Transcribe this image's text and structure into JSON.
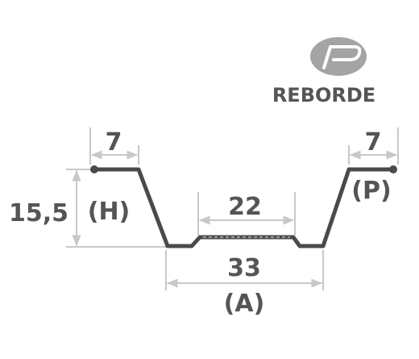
{
  "brand": {
    "name": "REBORDE",
    "logo_icon": "reborde-p-logo-icon",
    "badge_color": "#a4a4a4"
  },
  "colors": {
    "profile": "#4a4a4a",
    "dimension": "#c8c8c8",
    "text": "#555555"
  },
  "dimensions": {
    "left_flange": "7",
    "right_flange": "7",
    "height": "15,5",
    "bottom_inner": "22",
    "bottom_outer": "33"
  },
  "letters": {
    "height": "(H)",
    "pitch": "(P)",
    "width": "(A)"
  }
}
